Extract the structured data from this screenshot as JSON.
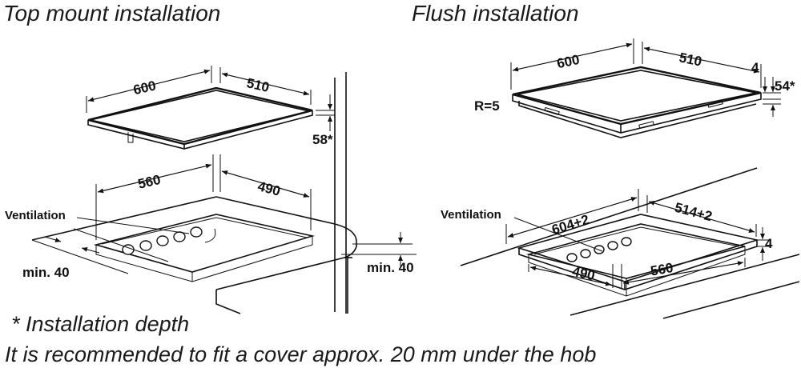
{
  "titles": {
    "top_mount": "Top mount installation",
    "flush": "Flush installation"
  },
  "top_mount": {
    "hob_width": "600",
    "hob_depth": "510",
    "install_depth": "58*",
    "cutout_width": "560",
    "cutout_depth": "490",
    "ventilation": "Ventilation",
    "min_left": "min. 40",
    "min_right": "min. 40"
  },
  "flush": {
    "hob_width": "600",
    "hob_depth": "510",
    "radius": "R=5",
    "edge": "4",
    "install_depth": "54*",
    "recess_width": "604+2",
    "recess_depth": "514+2",
    "recess_edge": "4",
    "ventilation": "Ventilation",
    "cutout_depth": "490",
    "cutout_width": "560"
  },
  "footnotes": {
    "installation_depth": "* Installation depth",
    "cover": "It is recommended to fit a cover approx. 20 mm under the hob"
  }
}
